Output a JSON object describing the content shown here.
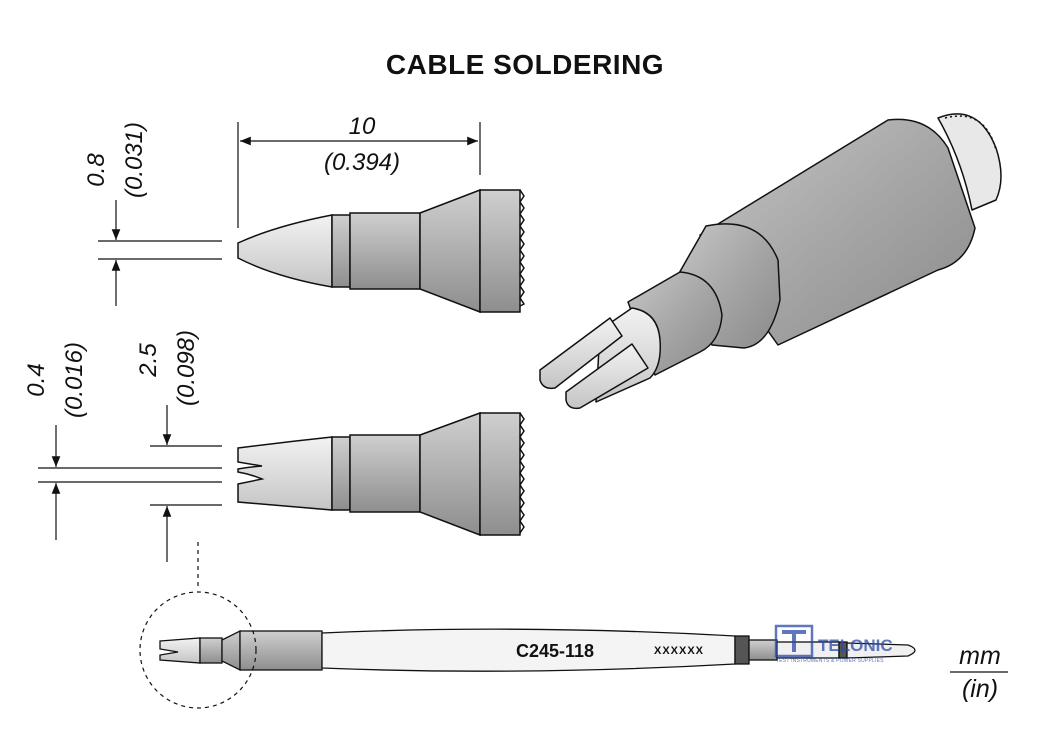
{
  "title": "CABLE SOLDERING",
  "dimensions": {
    "length_mm": "10",
    "length_in": "(0.394)",
    "tip_thickness_mm": "0.8",
    "tip_thickness_in": "(0.031)",
    "slot_width_mm": "0.4",
    "slot_width_in": "(0.016)",
    "fork_width_mm": "2.5",
    "fork_width_in": "(0.098)"
  },
  "cartridge": {
    "part_number": "C245-118",
    "marking": "XXXXXX"
  },
  "logo": {
    "name": "TELONIC",
    "tagline": "TEST INSTRUMENTS & POWER SUPPLIES"
  },
  "units": {
    "primary": "mm",
    "secondary": "(in)"
  },
  "colors": {
    "body_gray": "#a9a9a9",
    "tip_light": "#e0e0e0",
    "outline": "#111111",
    "logo_blue": "#2a4aa8"
  }
}
